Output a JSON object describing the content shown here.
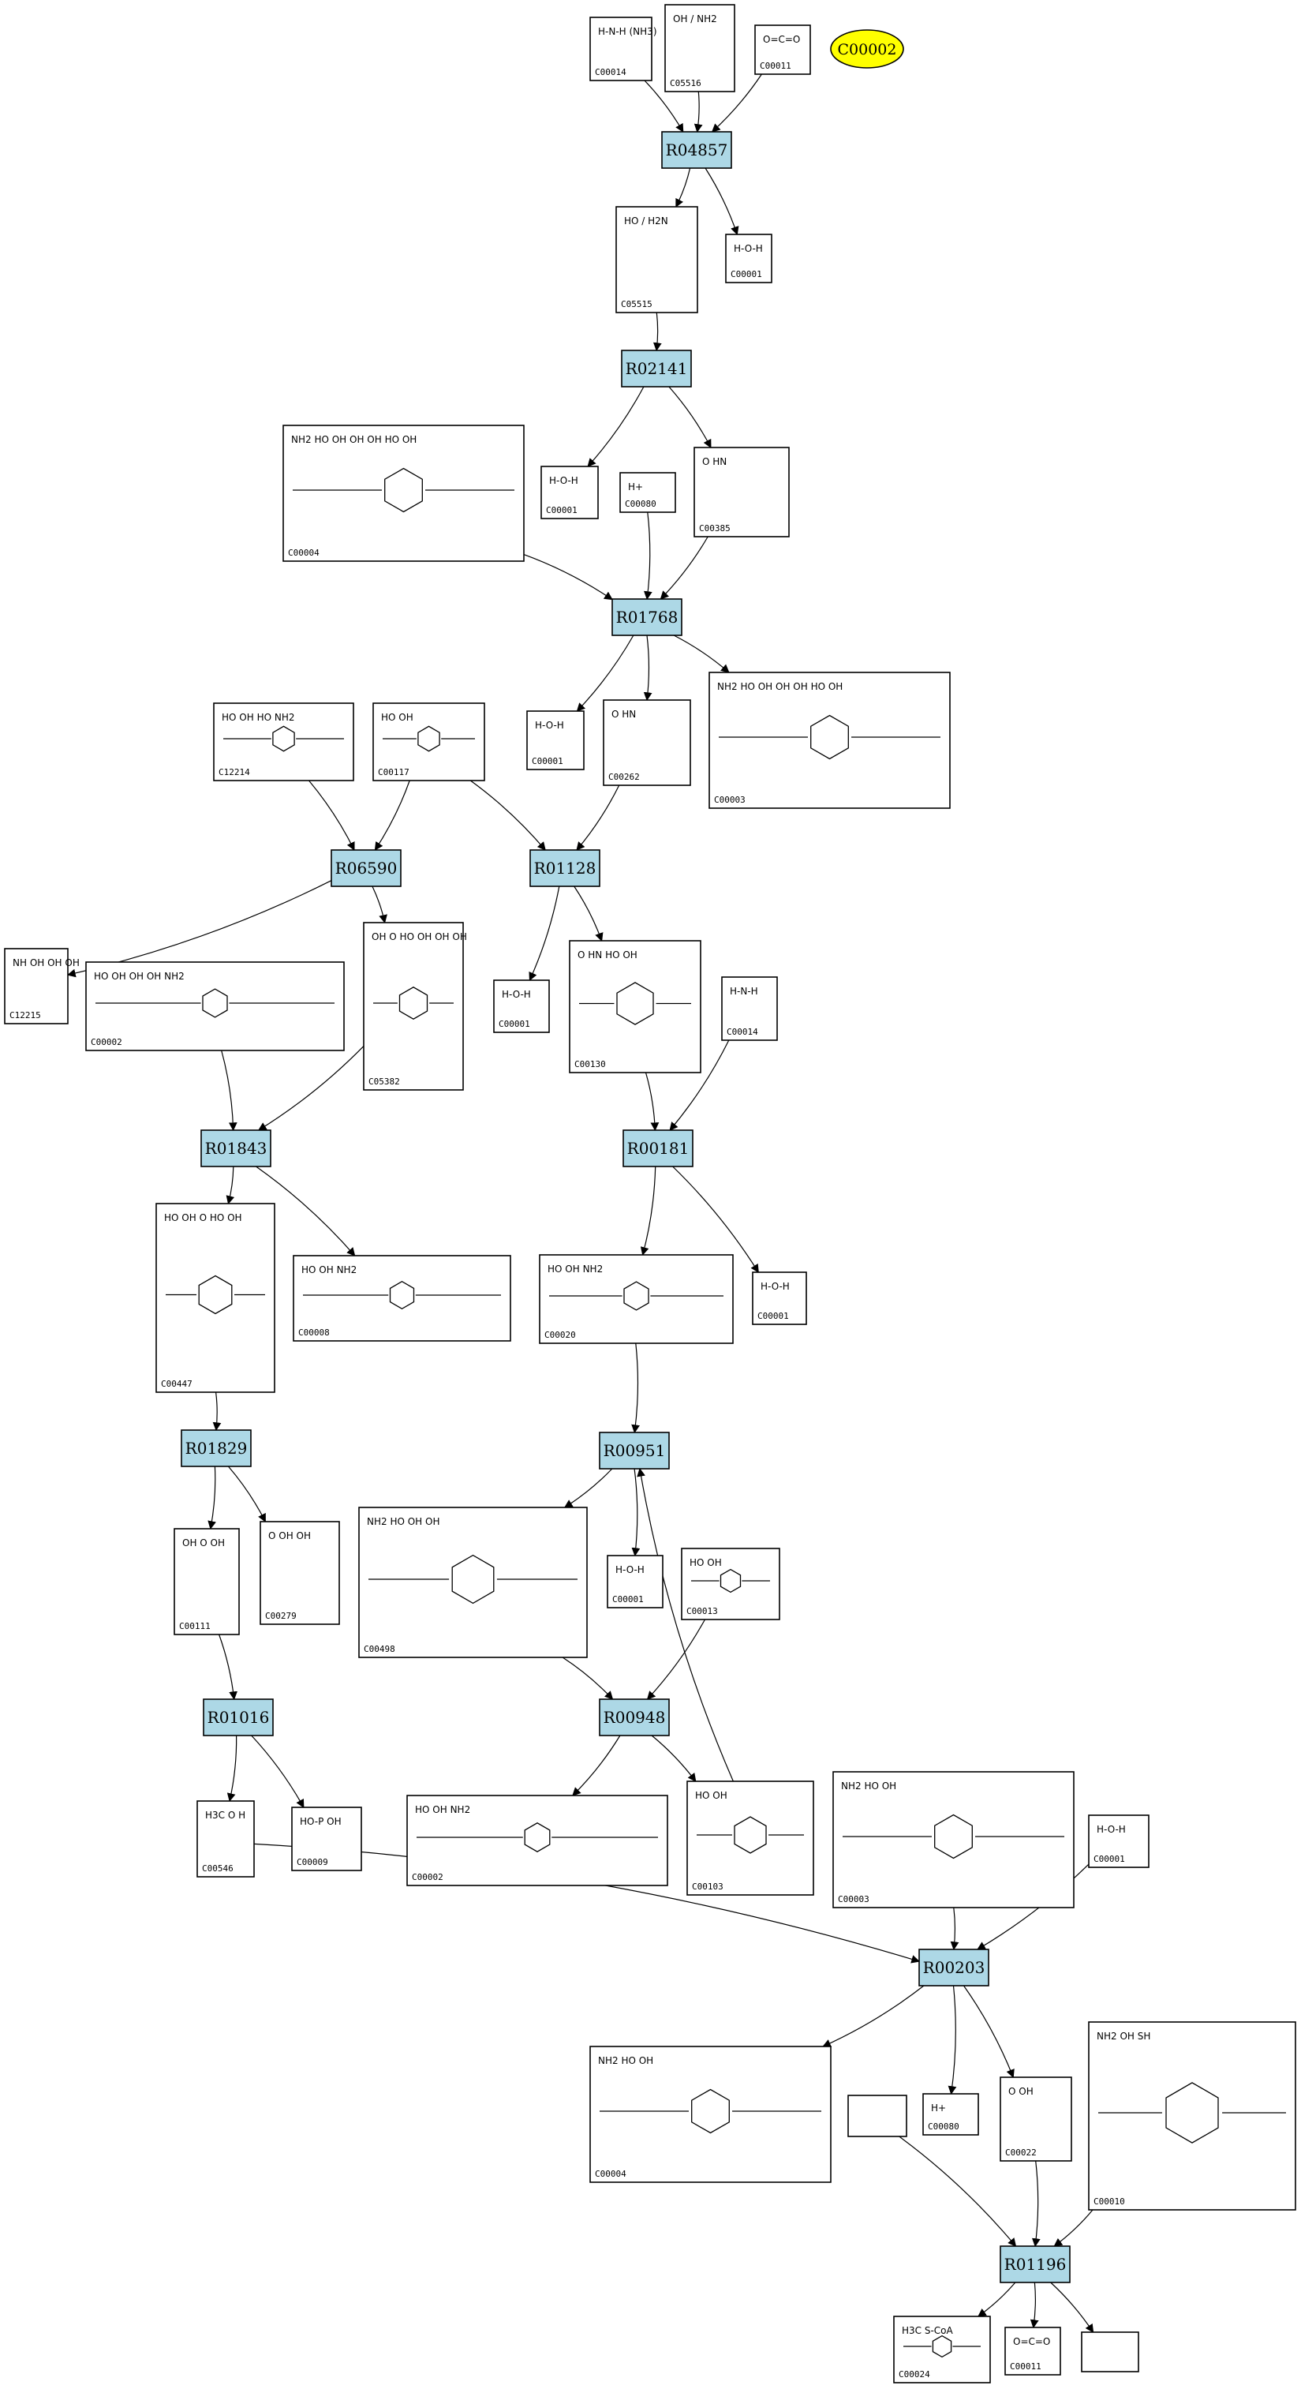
{
  "target": "C00002",
  "reactions": [
    {
      "id": "r04857",
      "label": "R04857"
    },
    {
      "id": "r02141",
      "label": "R02141"
    },
    {
      "id": "r01768",
      "label": "R01768"
    },
    {
      "id": "r06590",
      "label": "R06590"
    },
    {
      "id": "r01128",
      "label": "R01128"
    },
    {
      "id": "r01843",
      "label": "R01843"
    },
    {
      "id": "r00181",
      "label": "R00181"
    },
    {
      "id": "r01829",
      "label": "R01829"
    },
    {
      "id": "r00951",
      "label": "R00951"
    },
    {
      "id": "r01016",
      "label": "R01016"
    },
    {
      "id": "r00948",
      "label": "R00948"
    },
    {
      "id": "r00203",
      "label": "R00203"
    },
    {
      "id": "r01196",
      "label": "R01196"
    }
  ],
  "compounds": [
    {
      "id": "c1",
      "label": "C00014",
      "formula": "H-N-H (NH3)"
    },
    {
      "id": "c2",
      "label": "C05516",
      "formula": "OH / NH2"
    },
    {
      "id": "c3",
      "label": "C00011",
      "formula": "O=C=O"
    },
    {
      "id": "c4",
      "label": "C05515",
      "formula": "HO / H2N"
    },
    {
      "id": "c5",
      "label": "C00001",
      "formula": "H-O-H"
    },
    {
      "id": "c6",
      "label": "C00004",
      "formula": "NH2 HO OH OH OH HO OH"
    },
    {
      "id": "c7",
      "label": "C00001",
      "formula": "H-O-H"
    },
    {
      "id": "c8",
      "label": "C00080",
      "formula": "H+"
    },
    {
      "id": "c9",
      "label": "C00385",
      "formula": "O HN"
    },
    {
      "id": "c10",
      "label": "C12214",
      "formula": "HO OH HO NH2"
    },
    {
      "id": "c11",
      "label": "C00117",
      "formula": "HO OH"
    },
    {
      "id": "c12",
      "label": "C00001",
      "formula": "H-O-H"
    },
    {
      "id": "c13",
      "label": "C00262",
      "formula": "O HN"
    },
    {
      "id": "c14",
      "label": "C00003",
      "formula": "NH2 HO OH OH OH HO OH"
    },
    {
      "id": "c15",
      "label": "C12215",
      "formula": "NH OH OH OH"
    },
    {
      "id": "c16",
      "label": "C00002",
      "formula": "HO OH OH OH NH2"
    },
    {
      "id": "c17",
      "label": "C05382",
      "formula": "OH O HO OH OH OH"
    },
    {
      "id": "c18",
      "label": "C00001",
      "formula": "H-O-H"
    },
    {
      "id": "c19",
      "label": "C00130",
      "formula": "O HN HO OH"
    },
    {
      "id": "c20",
      "label": "C00014",
      "formula": "H-N-H"
    },
    {
      "id": "c21",
      "label": "C00447",
      "formula": "HO OH O HO OH"
    },
    {
      "id": "c22",
      "label": "C00008",
      "formula": "HO OH NH2"
    },
    {
      "id": "c23",
      "label": "C00020",
      "formula": "HO OH NH2"
    },
    {
      "id": "c24",
      "label": "C00001",
      "formula": "H-O-H"
    },
    {
      "id": "c25",
      "label": "C00111",
      "formula": "OH O OH"
    },
    {
      "id": "c26",
      "label": "C00279",
      "formula": "O OH OH"
    },
    {
      "id": "c27",
      "label": "C00498",
      "formula": "NH2 HO OH OH"
    },
    {
      "id": "c28",
      "label": "C00001",
      "formula": "H-O-H"
    },
    {
      "id": "c29",
      "label": "C00013",
      "formula": "HO OH"
    },
    {
      "id": "c30",
      "label": "C00546",
      "formula": "H3C O H"
    },
    {
      "id": "c31",
      "label": "C00009",
      "formula": "HO-P OH"
    },
    {
      "id": "c32",
      "label": "C00002",
      "formula": "HO OH NH2"
    },
    {
      "id": "c33",
      "label": "C00103",
      "formula": "HO OH"
    },
    {
      "id": "c34",
      "label": "C00003",
      "formula": "NH2 HO OH"
    },
    {
      "id": "c35",
      "label": "C00001",
      "formula": "H-O-H"
    },
    {
      "id": "c36",
      "label": "C00004",
      "formula": "NH2 HO OH"
    },
    {
      "id": "c37",
      "label": "",
      "formula": ""
    },
    {
      "id": "c38",
      "label": "C00080",
      "formula": "H+"
    },
    {
      "id": "c39",
      "label": "C00022",
      "formula": "O OH"
    },
    {
      "id": "c40",
      "label": "C00010",
      "formula": "NH2 OH SH"
    },
    {
      "id": "c41",
      "label": "C00024",
      "formula": "H3C S-CoA"
    },
    {
      "id": "c42",
      "label": "C00011",
      "formula": "O=C=O"
    },
    {
      "id": "c43",
      "label": "",
      "formula": ""
    }
  ]
}
